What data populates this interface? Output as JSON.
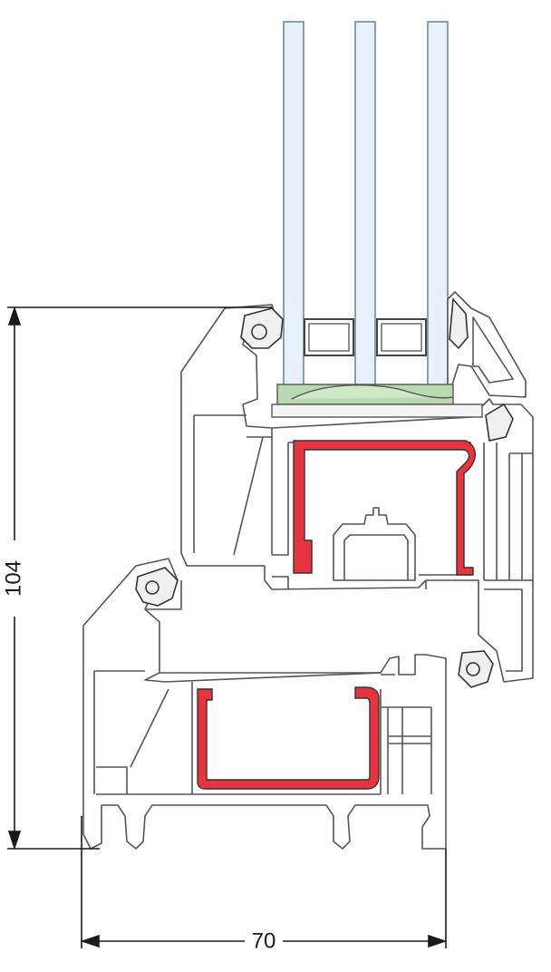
{
  "dimensions": {
    "height_label": "104",
    "width_label": "70"
  },
  "colors": {
    "glass_fill": "#e8f1fb",
    "glass_edge": "#9fb6cc",
    "profile_fill": "#ffffff",
    "profile_stroke": "#5a5a5a",
    "steel_reinforcement": "#e8343f",
    "glazing_bead_seal": "#b9dab0",
    "gasket": "#f2f2f2",
    "dimension_line": "#1a1a1a"
  },
  "components": {
    "glass_panes": 3,
    "chambers_sash": 5,
    "reinforcements": 2
  }
}
